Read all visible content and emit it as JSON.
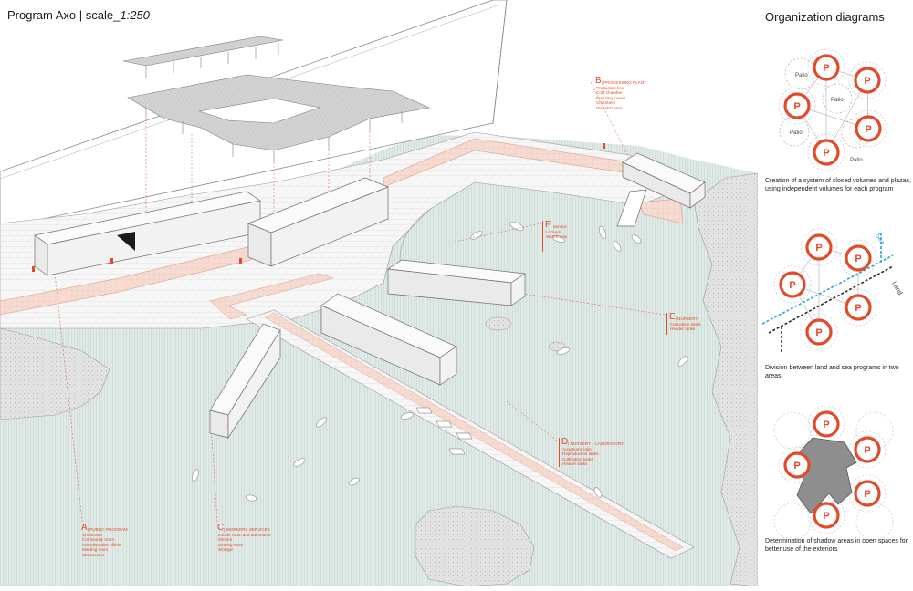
{
  "header": {
    "title": "Program Axo",
    "separator": "|",
    "scale_prefix": "scale_",
    "scale_value": "1:250"
  },
  "labels": [
    {
      "id": "B",
      "letter": "B",
      "heading": "| PROCESSING PLANT",
      "items": [
        "Production line",
        "Cold chamber",
        "Freezing tunnel",
        "Chambers",
        "Dispatch area"
      ]
    },
    {
      "id": "F",
      "letter": "F",
      "heading": "| Service",
      "items": [
        "Lockers",
        "Warehouse"
      ]
    },
    {
      "id": "E",
      "letter": "E",
      "heading": "| NURSERY",
      "items": [
        "Cultivation tanks",
        "Header tanks"
      ]
    },
    {
      "id": "D",
      "letter": "D",
      "heading": "| NURSERY + LABORATORY",
      "items": [
        "Aquariums labs",
        "Reproduction tanks",
        "Cultivation tanks",
        "Header tanks"
      ]
    },
    {
      "id": "A",
      "letter": "A",
      "heading": "| PUBLIC PROGRAM",
      "items": [
        "Showroom",
        "Community room",
        "Administrative offices",
        "Meeting room",
        "Classrooms"
      ]
    },
    {
      "id": "C",
      "letter": "C",
      "heading": "| WORKERS SERVICES",
      "items": [
        "Locker room and bathrooms",
        "Kitchen",
        "Dinning room",
        "Storage"
      ]
    }
  ],
  "organization": {
    "title": "Organization diagrams",
    "diagram1": {
      "node_label": "P",
      "patio_labels": [
        "Patio",
        "Patio",
        "Patio",
        "Patio"
      ],
      "caption": "Creation of a system of closed volumes and plazas, using independent volumes for each program"
    },
    "diagram2": {
      "node_label": "P",
      "sea_label": "Sea",
      "land_label": "Land",
      "caption": "Division between land and sea programs in two areas"
    },
    "diagram3": {
      "node_label": "P",
      "caption": "Determination of shadow areas in open spaces for better use of the exteriors"
    }
  },
  "colors": {
    "accent": "#e24a2a",
    "water": "#dbe7e4",
    "ground": "#e4e4e4",
    "building": "#f2f2f2",
    "deck": "#f5d9cf",
    "sea_line": "#2aa8c9"
  }
}
